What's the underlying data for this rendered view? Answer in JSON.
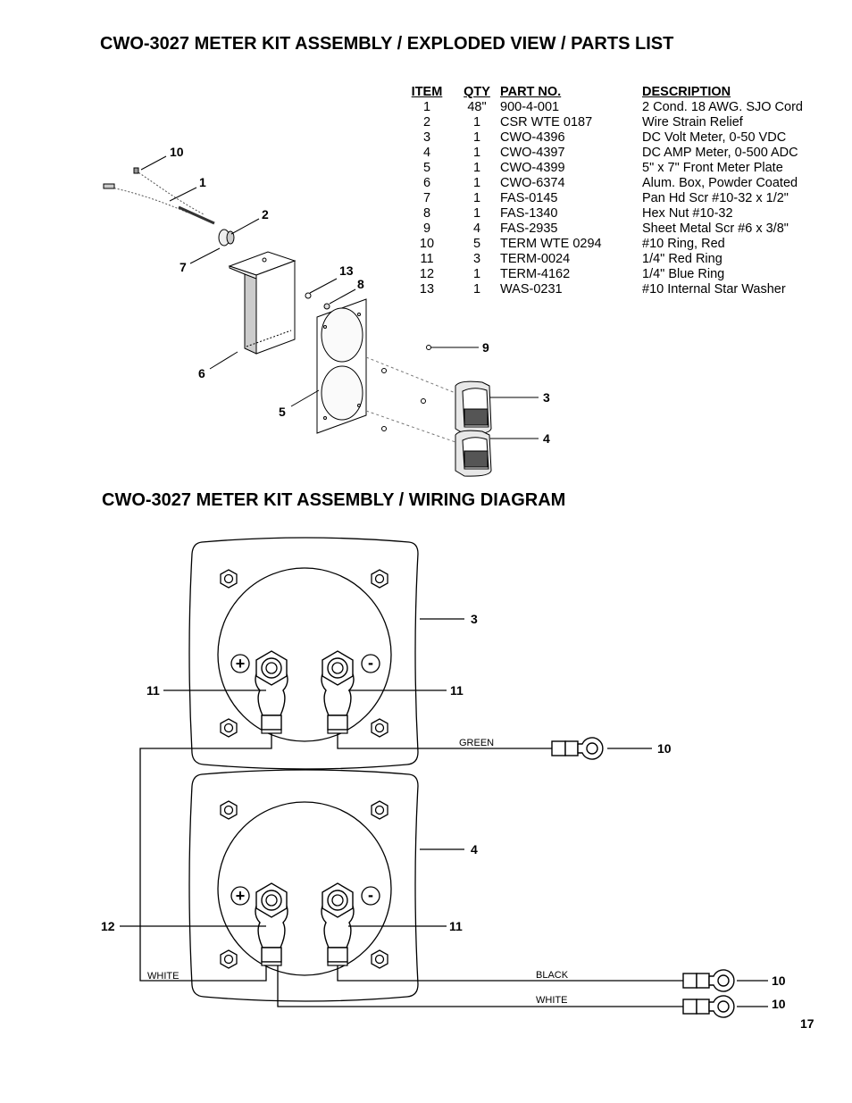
{
  "titles": {
    "exploded": "CWO-3027 METER KIT ASSEMBLY / EXPLODED VIEW / PARTS LIST",
    "wiring": "CWO-3027 METER KIT ASSEMBLY / WIRING DIAGRAM"
  },
  "parts_table": {
    "headers": {
      "item": "ITEM",
      "qty": "QTY",
      "part_no": "PART NO.",
      "description": "DESCRIPTION"
    },
    "rows": [
      {
        "item": "1",
        "qty": "48\"",
        "part_no": "900-4-001",
        "description": "2 Cond. 18 AWG. SJO Cord"
      },
      {
        "item": "2",
        "qty": "1",
        "part_no": "CSR WTE 0187",
        "description": "Wire Strain Relief"
      },
      {
        "item": "3",
        "qty": "1",
        "part_no": "CWO-4396",
        "description": "DC Volt Meter, 0-50 VDC"
      },
      {
        "item": "4",
        "qty": "1",
        "part_no": "CWO-4397",
        "description": "DC AMP Meter, 0-500 ADC"
      },
      {
        "item": "5",
        "qty": "1",
        "part_no": "CWO-4399",
        "description": "5\" x 7\" Front Meter Plate"
      },
      {
        "item": "6",
        "qty": "1",
        "part_no": "CWO-6374",
        "description": "Alum. Box, Powder Coated"
      },
      {
        "item": "7",
        "qty": "1",
        "part_no": "FAS-0145",
        "description": "Pan Hd Scr #10-32 x 1/2\""
      },
      {
        "item": "8",
        "qty": "1",
        "part_no": "FAS-1340",
        "description": "Hex Nut #10-32"
      },
      {
        "item": "9",
        "qty": "4",
        "part_no": "FAS-2935",
        "description": "Sheet Metal Scr #6 x 3/8\""
      },
      {
        "item": "10",
        "qty": "5",
        "part_no": "TERM WTE 0294",
        "description": "#10 Ring, Red"
      },
      {
        "item": "11",
        "qty": "3",
        "part_no": "TERM-0024",
        "description": "1/4\" Red Ring"
      },
      {
        "item": "12",
        "qty": "1",
        "part_no": "TERM-4162",
        "description": "1/4\" Blue Ring"
      },
      {
        "item": "13",
        "qty": "1",
        "part_no": "WAS-0231",
        "description": "#10 Internal Star Washer"
      }
    ]
  },
  "exploded_callouts": {
    "c10": "10",
    "c1": "1",
    "c2": "2",
    "c7": "7",
    "c13": "13",
    "c8": "8",
    "c9": "9",
    "c6": "6",
    "c5": "5",
    "c3": "3",
    "c4": "4"
  },
  "wiring": {
    "callouts": {
      "meter_top": "3",
      "meter_bottom": "4",
      "top_left_term": "11",
      "top_right_term": "11",
      "bottom_left_term": "12",
      "bottom_right_term": "11",
      "ring_green": "10",
      "ring_black": "10",
      "ring_white": "10"
    },
    "terminal_symbols": {
      "plus": "+",
      "minus": "-"
    },
    "wire_labels": {
      "green": "GREEN",
      "white_left": "WHITE",
      "black": "BLACK",
      "white_right": "WHITE"
    }
  },
  "page_number": "17"
}
